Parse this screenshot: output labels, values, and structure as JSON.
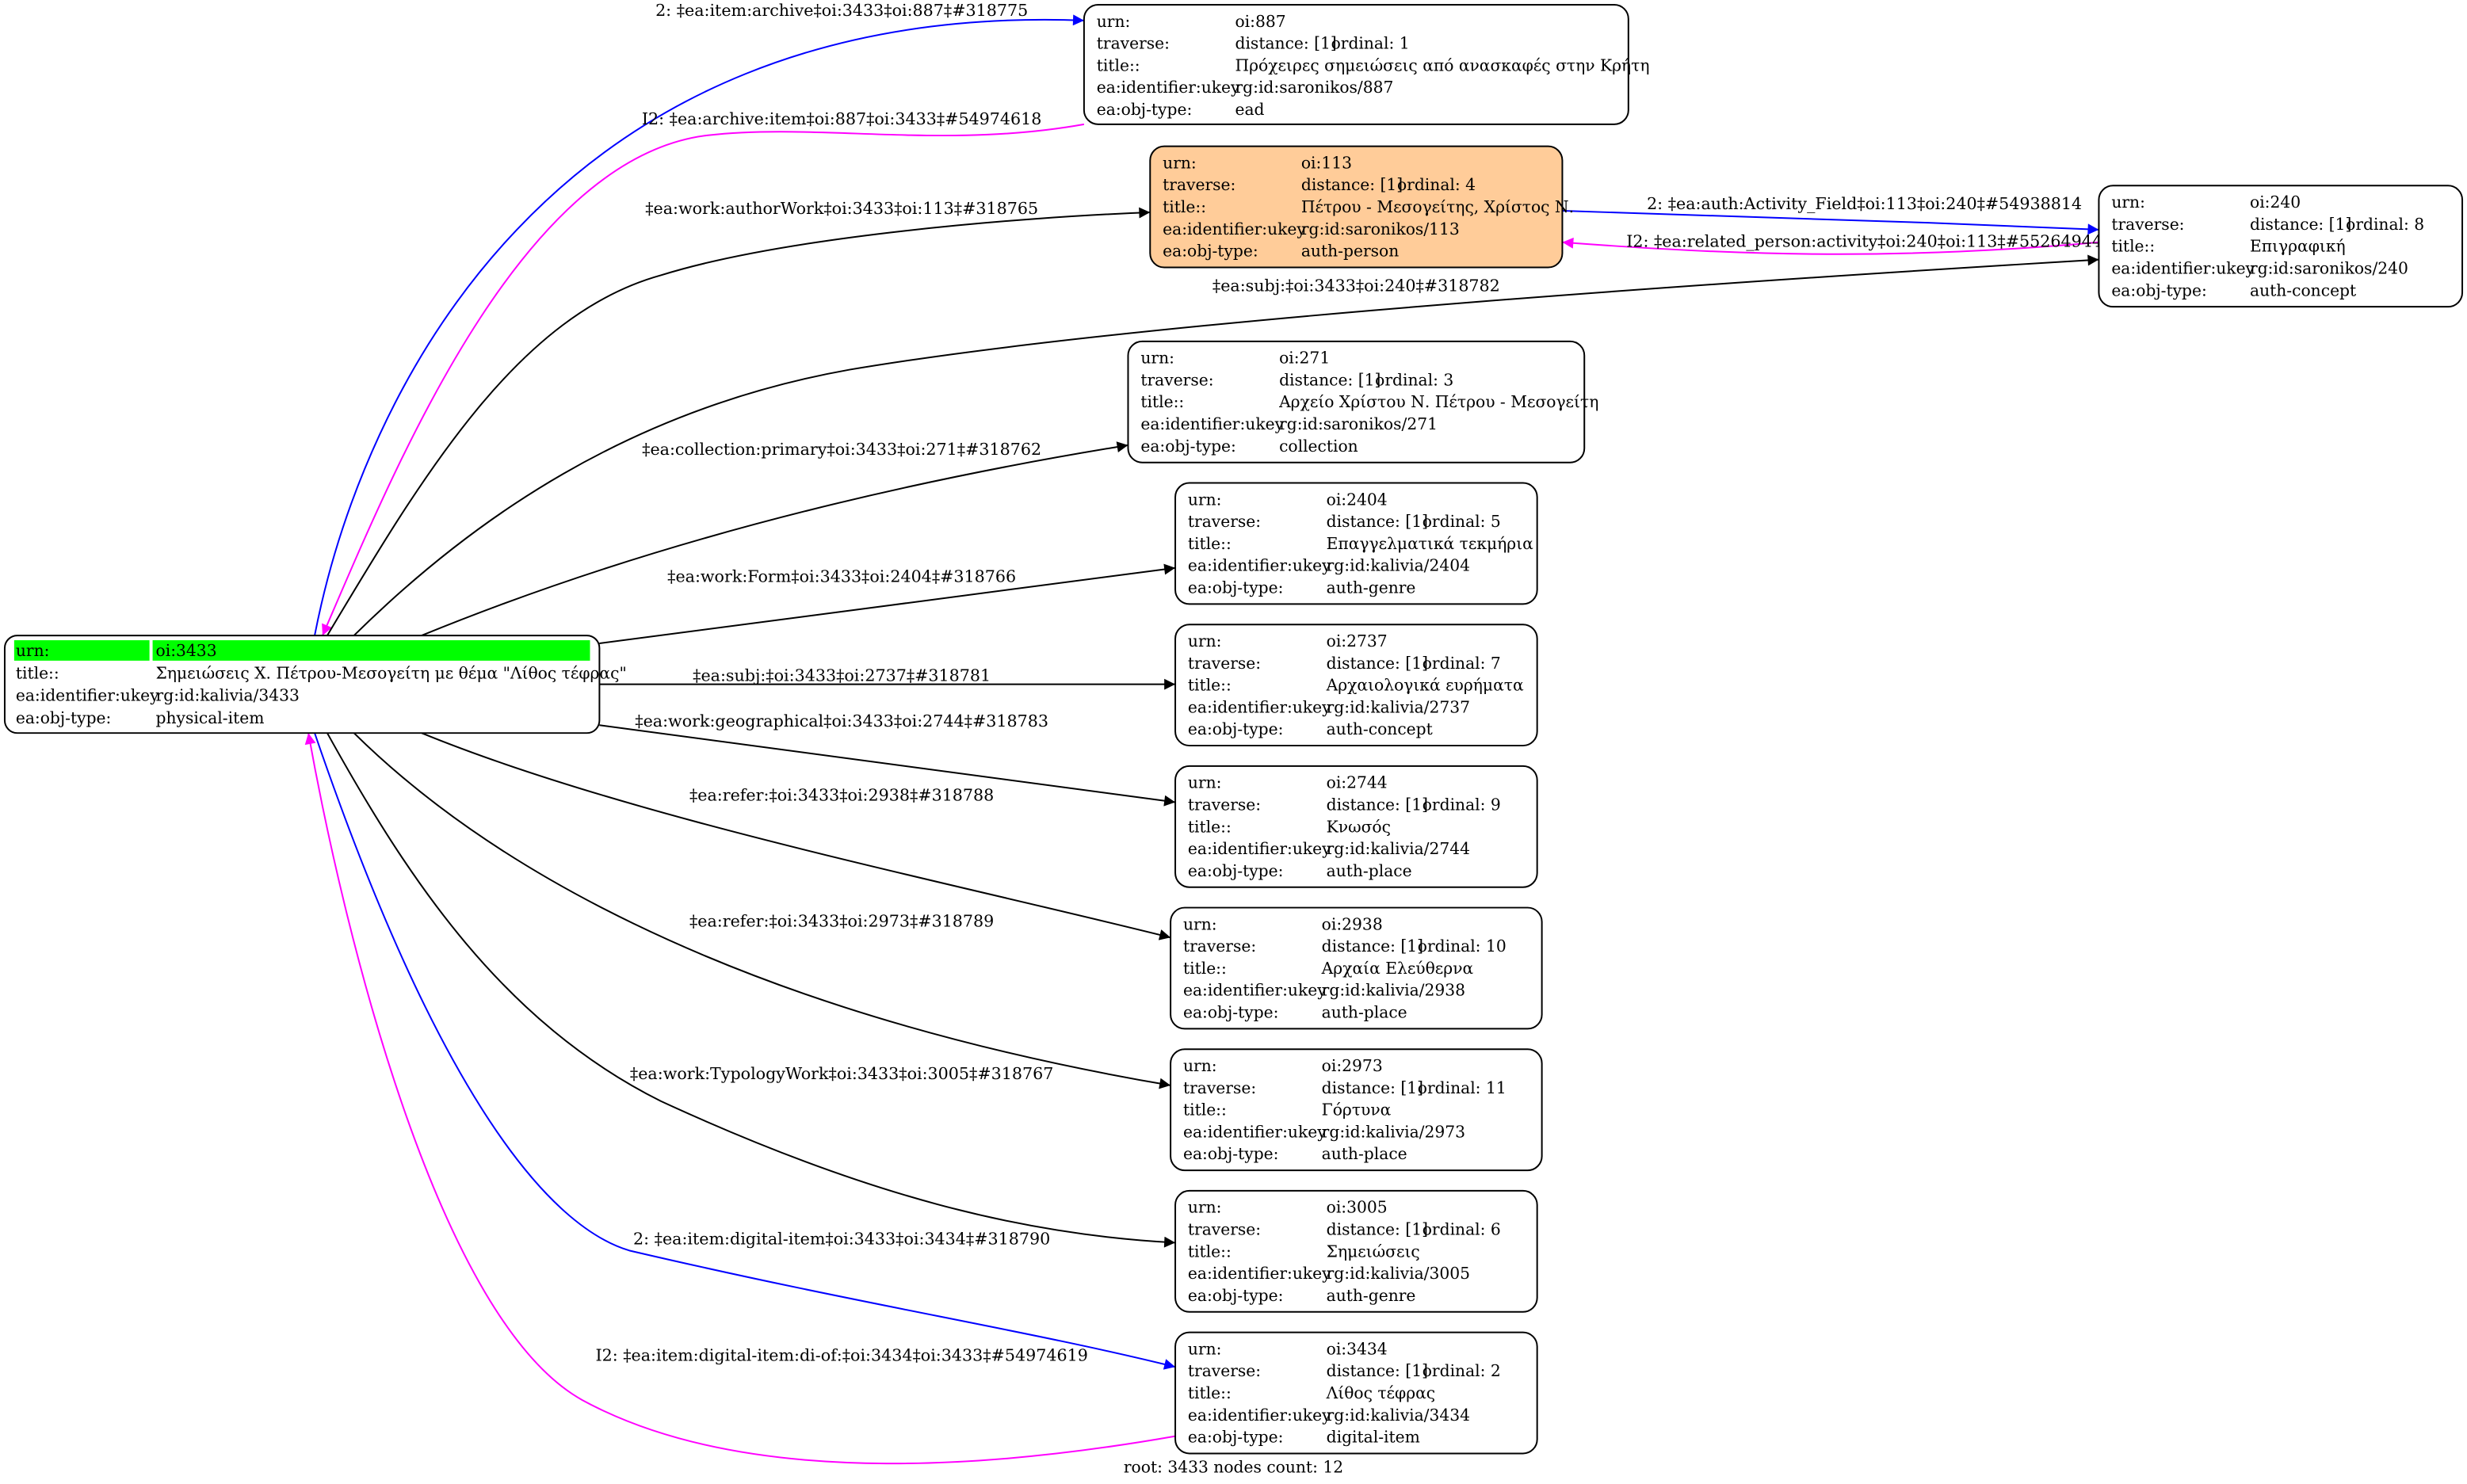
{
  "colors": {
    "highlight": "#00ff00",
    "selected_fill": "#ffcc99",
    "edge_forward": "#0000ff",
    "edge_inverse": "#ff00ff",
    "edge_default": "#000000"
  },
  "root": {
    "id": "3433",
    "rows": [
      [
        "urn:",
        "oi:3433"
      ],
      [
        "title::",
        "Σημειώσεις Χ. Πέτρου-Μεσογείτη με θέμα \"Λίθος τέφρας\""
      ],
      [
        "ea:identifier:ukey",
        "rg:id:kalivia/3433"
      ],
      [
        "ea:obj-type:",
        "physical-item"
      ]
    ]
  },
  "nodes": [
    {
      "id": "887",
      "urn": "oi:887",
      "distance": "distance: [1]",
      "ordinal": "ordinal: 1",
      "title": "Πρόχειρες σημειώσεις από ανασκαφές στην Κρήτη",
      "ukey": "rg:id:saronikos/887",
      "type": "ead"
    },
    {
      "id": "113",
      "urn": "oi:113",
      "distance": "distance: [1]",
      "ordinal": "ordinal: 4",
      "title": "Πέτρου - Μεσογείτης, Χρίστος Ν.",
      "ukey": "rg:id:saronikos/113",
      "type": "auth-person",
      "selected": true
    },
    {
      "id": "240",
      "urn": "oi:240",
      "distance": "distance: [1]",
      "ordinal": "ordinal: 8",
      "title": "Επιγραφική",
      "ukey": "rg:id:saronikos/240",
      "type": "auth-concept"
    },
    {
      "id": "271",
      "urn": "oi:271",
      "distance": "distance: [1]",
      "ordinal": "ordinal: 3",
      "title": "Αρχείο Χρίστου Ν. Πέτρου - Μεσογείτη",
      "ukey": "rg:id:saronikos/271",
      "type": "collection"
    },
    {
      "id": "2404",
      "urn": "oi:2404",
      "distance": "distance: [1]",
      "ordinal": "ordinal: 5",
      "title": "Επαγγελματικά τεκμήρια",
      "ukey": "rg:id:kalivia/2404",
      "type": "auth-genre"
    },
    {
      "id": "2737",
      "urn": "oi:2737",
      "distance": "distance: [1]",
      "ordinal": "ordinal: 7",
      "title": "Αρχαιολογικά ευρήματα",
      "ukey": "rg:id:kalivia/2737",
      "type": "auth-concept"
    },
    {
      "id": "2744",
      "urn": "oi:2744",
      "distance": "distance: [1]",
      "ordinal": "ordinal: 9",
      "title": "Κνωσός",
      "ukey": "rg:id:kalivia/2744",
      "type": "auth-place"
    },
    {
      "id": "2938",
      "urn": "oi:2938",
      "distance": "distance: [1]",
      "ordinal": "ordinal: 10",
      "title": "Αρχαία Ελεύθερνα",
      "ukey": "rg:id:kalivia/2938",
      "type": "auth-place"
    },
    {
      "id": "2973",
      "urn": "oi:2973",
      "distance": "distance: [1]",
      "ordinal": "ordinal: 11",
      "title": "Γόρτυνα",
      "ukey": "rg:id:kalivia/2973",
      "type": "auth-place"
    },
    {
      "id": "3005",
      "urn": "oi:3005",
      "distance": "distance: [1]",
      "ordinal": "ordinal: 6",
      "title": "Σημειώσεις",
      "ukey": "rg:id:kalivia/3005",
      "type": "auth-genre"
    },
    {
      "id": "3434",
      "urn": "oi:3434",
      "distance": "distance: [1]",
      "ordinal": "ordinal: 2",
      "title": "Λίθος τέφρας",
      "ukey": "rg:id:kalivia/3434",
      "type": "digital-item"
    }
  ],
  "row_labels": {
    "urn": "urn:",
    "traverse": "traverse:",
    "title": "title::",
    "ukey": "ea:identifier:ukey",
    "type": "ea:obj-type:"
  },
  "edges": [
    {
      "id": "e1",
      "kind": "forward",
      "label": "2: ‡ea:item:archive‡oi:3433‡oi:887‡#318775"
    },
    {
      "id": "e2",
      "kind": "inverse",
      "label": "I2: ‡ea:archive:item‡oi:887‡oi:3433‡#54974618"
    },
    {
      "id": "e3",
      "kind": "default",
      "label": "‡ea:work:authorWork‡oi:3433‡oi:113‡#318765"
    },
    {
      "id": "e4",
      "kind": "default",
      "label": "‡ea:subj:‡oi:3433‡oi:240‡#318782"
    },
    {
      "id": "e5",
      "kind": "forward",
      "label": "2: ‡ea:auth:Activity_Field‡oi:113‡oi:240‡#54938814"
    },
    {
      "id": "e6",
      "kind": "inverse",
      "label": "I2: ‡ea:related_person:activity‡oi:240‡oi:113‡#55264944"
    },
    {
      "id": "e7",
      "kind": "default",
      "label": "‡ea:collection:primary‡oi:3433‡oi:271‡#318762"
    },
    {
      "id": "e8",
      "kind": "default",
      "label": "‡ea:work:Form‡oi:3433‡oi:2404‡#318766"
    },
    {
      "id": "e9",
      "kind": "default",
      "label": "‡ea:subj:‡oi:3433‡oi:2737‡#318781"
    },
    {
      "id": "e10",
      "kind": "default",
      "label": "‡ea:work:geographical‡oi:3433‡oi:2744‡#318783"
    },
    {
      "id": "e11",
      "kind": "default",
      "label": "‡ea:refer:‡oi:3433‡oi:2938‡#318788"
    },
    {
      "id": "e12",
      "kind": "default",
      "label": "‡ea:refer:‡oi:3433‡oi:2973‡#318789"
    },
    {
      "id": "e13",
      "kind": "default",
      "label": "‡ea:work:TypologyWork‡oi:3433‡oi:3005‡#318767"
    },
    {
      "id": "e14",
      "kind": "forward",
      "label": "2: ‡ea:item:digital-item‡oi:3433‡oi:3434‡#318790"
    },
    {
      "id": "e15",
      "kind": "inverse",
      "label": "I2: ‡ea:item:digital-item:di-of:‡oi:3434‡oi:3433‡#54974619"
    }
  ],
  "footer": "root: 3433 nodes count: 12"
}
